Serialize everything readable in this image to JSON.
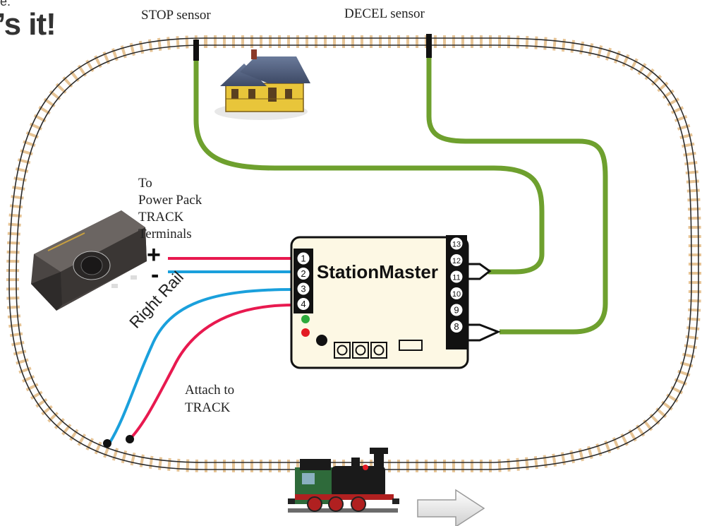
{
  "header": {
    "fragment_top": "e.",
    "headline": "’s it!"
  },
  "sensors": {
    "stop": "STOP  sensor",
    "decel": "DECEL sensor"
  },
  "power_pack": {
    "to": "To",
    "line1": "Power Pack",
    "line2": "TRACK",
    "line3": "Terminals",
    "plus": "+",
    "minus": "-"
  },
  "controller": {
    "title": "StationMaster",
    "left_pins": [
      "1",
      "2",
      "3",
      "4"
    ],
    "right_pins": [
      "13",
      "12",
      "11",
      "10",
      "9",
      "8"
    ]
  },
  "labels": {
    "right_rail": "Right Rail",
    "attach_1": "Attach to",
    "attach_2": "TRACK"
  },
  "colors": {
    "wire_red": "#e8194f",
    "wire_blue": "#1aa0dc",
    "wire_green": "#6ea02e",
    "tie": "#e6c496",
    "board": "#fdf8e4",
    "led_green": "#2daa3c",
    "led_red": "#e31b23"
  }
}
